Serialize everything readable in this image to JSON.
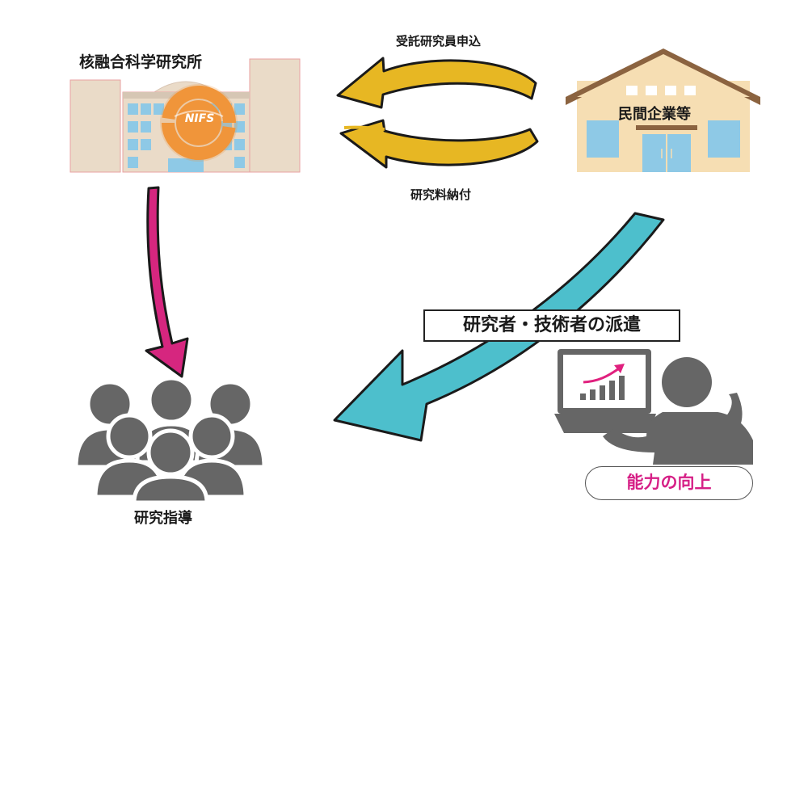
{
  "institute": {
    "name": "核融合科学研究所",
    "logo_text": "NIFS"
  },
  "company": {
    "name": "民間企業等"
  },
  "flows": {
    "apply": "受託研究員申込",
    "fee": "研究料納付",
    "dispatch": "研究者・技術者の派遣"
  },
  "guidance": "研究指導",
  "skill_improvement": "能力の向上",
  "colors": {
    "gold_arrow": "#e7b723",
    "magenta_arrow": "#d6267f",
    "teal_arrow": "#4dbfcc",
    "person_gray": "#666666",
    "building_beige": "#eadbc8",
    "company_wall": "#f6deb3",
    "company_roof": "#8b6340",
    "window_blue": "#8ec9e6",
    "logo_orange": "#f0953a",
    "chart_magenta": "#e0207e"
  }
}
